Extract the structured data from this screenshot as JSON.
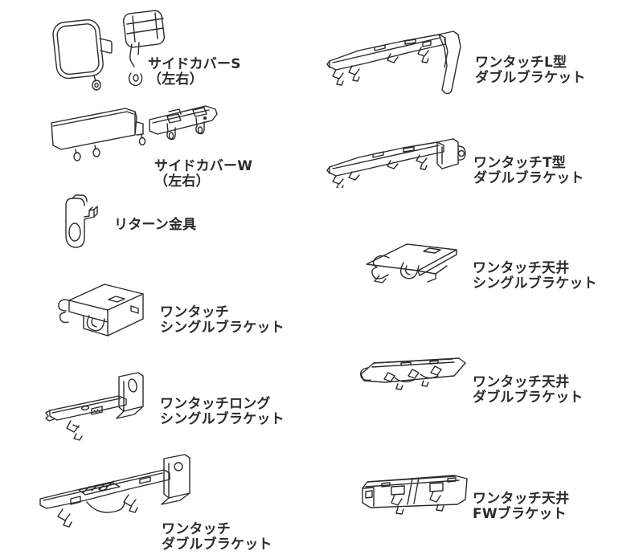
{
  "page": {
    "background_color": "#ffffff",
    "ink_color": "#2b2b2b"
  },
  "parts": [
    {
      "id": "side-cover-s",
      "label_lines": [
        "サイドカバーS",
        "（左右）"
      ]
    },
    {
      "id": "side-cover-w",
      "label_lines": [
        "サイドカバーW",
        "（左右）"
      ]
    },
    {
      "id": "return-fitting",
      "label_lines": [
        "リターン金具"
      ]
    },
    {
      "id": "one-touch-single-bracket",
      "label_lines": [
        "ワンタッチ",
        "シングルブラケット"
      ]
    },
    {
      "id": "one-touch-long-single-bracket",
      "label_lines": [
        "ワンタッチロング",
        "シングルブラケット"
      ]
    },
    {
      "id": "one-touch-double-bracket",
      "label_lines": [
        "ワンタッチ",
        "ダブルブラケット"
      ]
    },
    {
      "id": "one-touch-l-double-bracket",
      "label_lines": [
        "ワンタッチL型",
        "ダブルブラケット"
      ]
    },
    {
      "id": "one-touch-t-double-bracket",
      "label_lines": [
        "ワンタッチT型",
        "ダブルブラケット"
      ]
    },
    {
      "id": "one-touch-ceiling-single-bracket",
      "label_lines": [
        "ワンタッチ天井",
        "シングルブラケット"
      ]
    },
    {
      "id": "one-touch-ceiling-double-bracket",
      "label_lines": [
        "ワンタッチ天井",
        "ダブルブラケット"
      ]
    },
    {
      "id": "one-touch-ceiling-fw-bracket",
      "label_lines": [
        "ワンタッチ天井",
        "FWブラケット"
      ]
    }
  ]
}
